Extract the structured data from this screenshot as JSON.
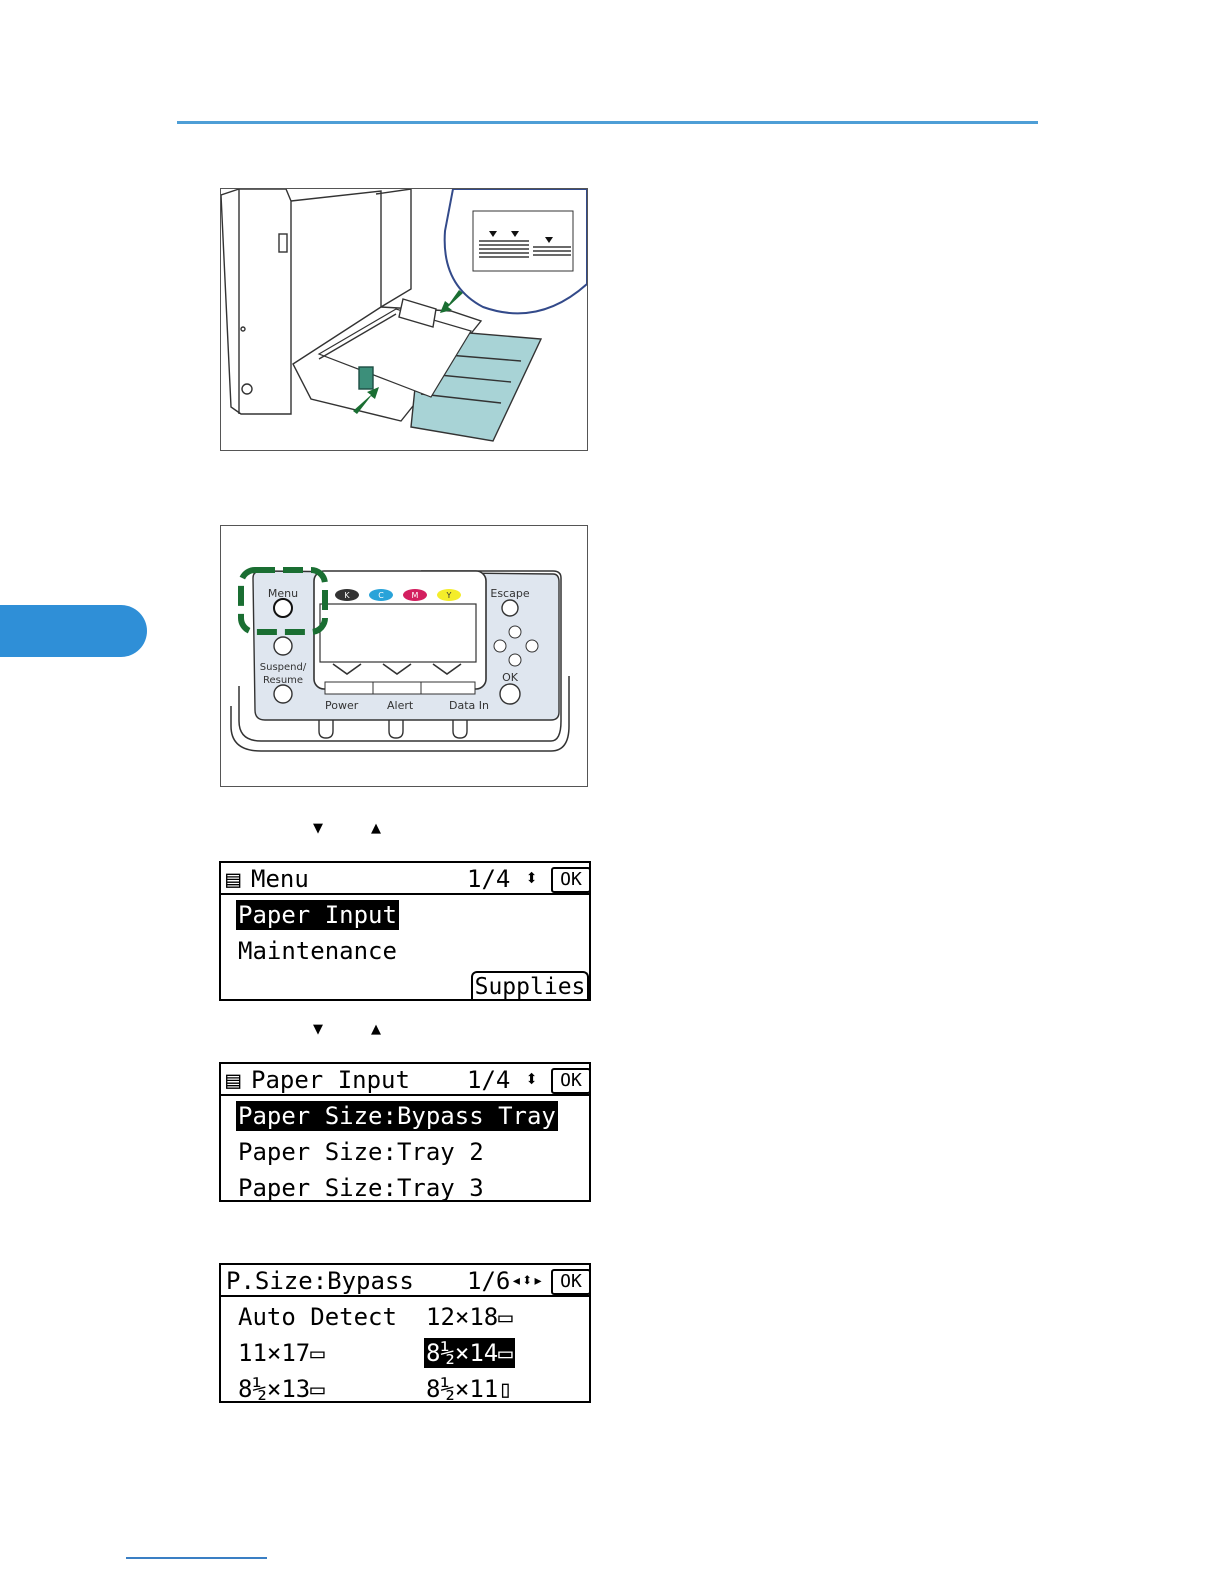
{
  "figure_panel": {
    "color_k": "K",
    "color_c": "C",
    "color_m": "M",
    "color_y": "Y",
    "menu": "Menu",
    "escape": "Escape",
    "suspend_line1": "Suspend/",
    "suspend_line2": "Resume",
    "ok": "OK",
    "power": "Power",
    "alert": "Alert",
    "data_in": "Data In"
  },
  "arrows_1": {
    "down": "▼",
    "up": "▲"
  },
  "arrows_2": {
    "down": "▼",
    "up": "▲"
  },
  "screen_menu": {
    "title": "Menu",
    "page": "1/4",
    "nav": "⬍",
    "ok": "OK",
    "items": [
      "Paper Input",
      "Maintenance"
    ],
    "selected_index": 0,
    "tab_button": "Supplies"
  },
  "screen_paper_input": {
    "title": "Paper Input",
    "page": "1/4",
    "nav": "⬍",
    "ok": "OK",
    "items": [
      "Paper Size:Bypass Tray",
      "Paper Size:Tray 2",
      "Paper Size:Tray 3"
    ],
    "selected_index": 0
  },
  "screen_psize": {
    "title": "P.Size:Bypass",
    "page": "1/6",
    "nav": "◂⬍▸",
    "ok": "OK",
    "items": [
      "Auto Detect",
      "12×18",
      "11×17",
      "8½×14",
      "8½×13",
      "8½×11"
    ],
    "selected_index": 3
  },
  "colors": {
    "accent": "#2f8fd7",
    "header_rule": "#4e9ed6",
    "panel_green": "#1a6e32",
    "tray_teal": "#a8d3d6"
  }
}
